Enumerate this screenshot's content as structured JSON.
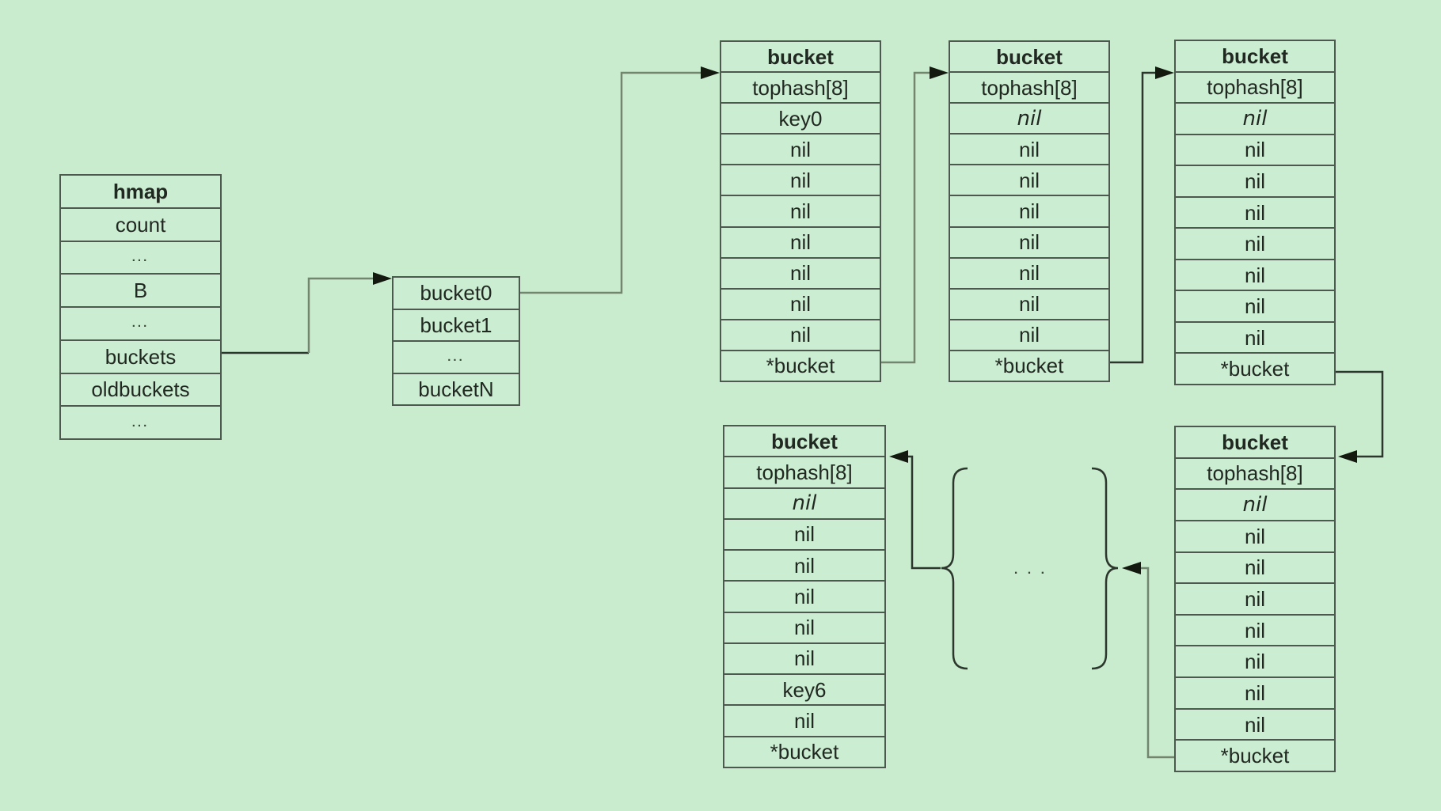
{
  "diagram_title": "Go hmap buckets overflow chain diagram",
  "colors": {
    "background": "#c9ecce",
    "box_fill": "#cbedd1",
    "box_border": "#4d594e",
    "text": "#212821",
    "connector_line": "#73846f",
    "connector_line_dark": "#2c362c",
    "arrowhead": "#14190f"
  },
  "ellipsis_between_braces": ". . .",
  "boxes": {
    "hmap": {
      "rows": [
        {
          "t": "hmap",
          "bold": true
        },
        {
          "t": "count"
        },
        {
          "t": "...",
          "small": true
        },
        {
          "t": "B"
        },
        {
          "t": "...",
          "small": true
        },
        {
          "t": "buckets"
        },
        {
          "t": "oldbuckets"
        },
        {
          "t": "...",
          "small": true
        }
      ]
    },
    "bucket_array": {
      "rows": [
        {
          "t": "bucket0"
        },
        {
          "t": "bucket1"
        },
        {
          "t": "...",
          "small": true
        },
        {
          "t": "bucketN"
        }
      ]
    },
    "bucket_top_1": {
      "rows": [
        {
          "t": "bucket",
          "bold": true
        },
        {
          "t": "tophash[8]"
        },
        {
          "t": "key0"
        },
        {
          "t": "nil"
        },
        {
          "t": "nil"
        },
        {
          "t": "nil"
        },
        {
          "t": "nil"
        },
        {
          "t": "nil"
        },
        {
          "t": "nil"
        },
        {
          "t": "nil"
        },
        {
          "t": "*bucket"
        }
      ]
    },
    "bucket_top_2": {
      "rows": [
        {
          "t": "bucket",
          "bold": true
        },
        {
          "t": "tophash[8]"
        },
        {
          "t": "nil",
          "italic": true
        },
        {
          "t": "nil"
        },
        {
          "t": "nil"
        },
        {
          "t": "nil"
        },
        {
          "t": "nil"
        },
        {
          "t": "nil"
        },
        {
          "t": "nil"
        },
        {
          "t": "nil"
        },
        {
          "t": "*bucket"
        }
      ]
    },
    "bucket_top_3": {
      "rows": [
        {
          "t": "bucket",
          "bold": true
        },
        {
          "t": "tophash[8]"
        },
        {
          "t": "nil",
          "italic": true
        },
        {
          "t": "nil"
        },
        {
          "t": "nil"
        },
        {
          "t": "nil"
        },
        {
          "t": "nil"
        },
        {
          "t": "nil"
        },
        {
          "t": "nil"
        },
        {
          "t": "nil"
        },
        {
          "t": "*bucket"
        }
      ]
    },
    "bucket_bottom_1": {
      "rows": [
        {
          "t": "bucket",
          "bold": true
        },
        {
          "t": "tophash[8]"
        },
        {
          "t": "nil",
          "italic": true
        },
        {
          "t": "nil"
        },
        {
          "t": "nil"
        },
        {
          "t": "nil"
        },
        {
          "t": "nil"
        },
        {
          "t": "nil"
        },
        {
          "t": "key6"
        },
        {
          "t": "nil"
        },
        {
          "t": "*bucket"
        }
      ]
    },
    "bucket_bottom_2": {
      "rows": [
        {
          "t": "bucket",
          "bold": true
        },
        {
          "t": "tophash[8]"
        },
        {
          "t": "nil",
          "italic": true
        },
        {
          "t": "nil"
        },
        {
          "t": "nil"
        },
        {
          "t": "nil"
        },
        {
          "t": "nil"
        },
        {
          "t": "nil"
        },
        {
          "t": "nil"
        },
        {
          "t": "nil"
        },
        {
          "t": "*bucket"
        }
      ]
    }
  }
}
